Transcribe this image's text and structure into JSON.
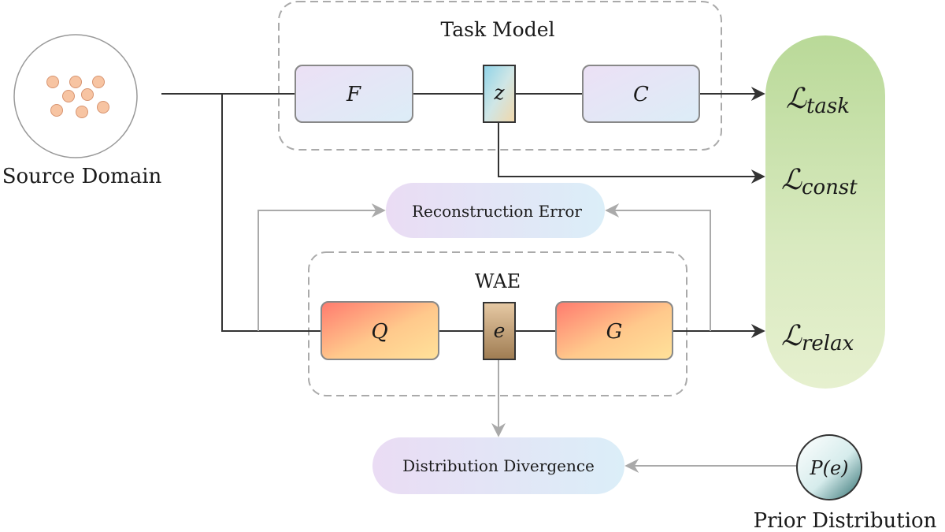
{
  "source": {
    "label": "Source Domain"
  },
  "task_model": {
    "title": "Task Model",
    "f_label": "F",
    "z_label": "z",
    "c_label": "C"
  },
  "wae": {
    "title": "WAE",
    "q_label": "Q",
    "e_label": "e",
    "g_label": "G"
  },
  "reconstruction": {
    "label": "Reconstruction Error"
  },
  "divergence": {
    "label": "Distribution Divergence"
  },
  "prior": {
    "symbol": "P(e)",
    "label": "Prior Distribution"
  },
  "losses": {
    "task": {
      "symbol": "ℒ",
      "sub": "task"
    },
    "const": {
      "symbol": "ℒ",
      "sub": "const"
    },
    "relax": {
      "symbol": "ℒ",
      "sub": "relax"
    }
  },
  "colors": {
    "line_dark": "#333333",
    "line_gray": "#aaaaaa",
    "dashed_border": "#aaaaaa",
    "particle": "#f6c3a0",
    "loss_panel": "#cfe3b0"
  }
}
